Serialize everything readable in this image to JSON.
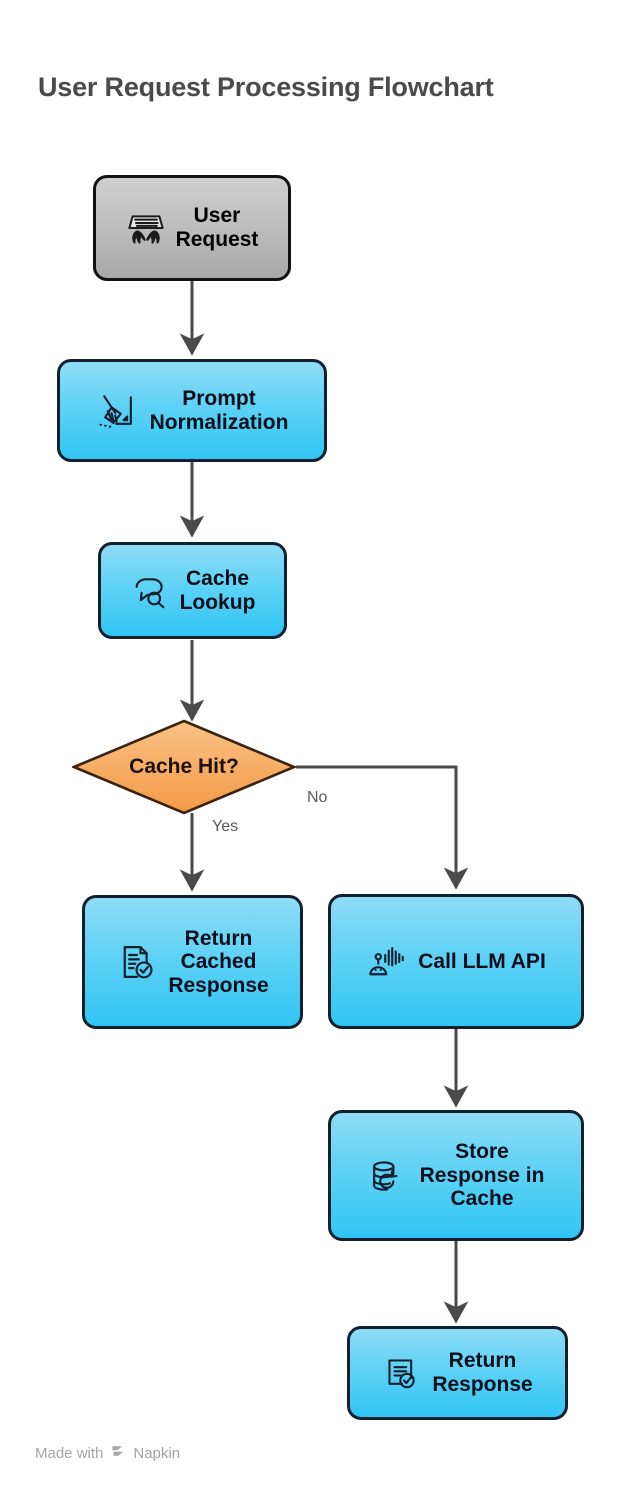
{
  "page": {
    "title": "User Request Processing Flowchart",
    "background_color": "#ffffff",
    "title_color": "#4a4a4a"
  },
  "colors": {
    "node_blue_top": "#8fdcf6",
    "node_blue_bottom": "#31c5f4",
    "node_gray_top": "#cfcfcf",
    "node_gray_bottom": "#a8a8a8",
    "decision_orange_top": "#f9bd7c",
    "decision_orange_bottom": "#f59a45",
    "decision_border": "#3a2512",
    "node_border": "#14202e",
    "connector": "#4a4a4a",
    "edge_label": "#5a5a5a"
  },
  "chart_data": {
    "type": "diagram",
    "title": "User Request Processing Flowchart",
    "nodes": [
      {
        "id": "user-request",
        "label": "User\nRequest",
        "shape": "rounded-rect",
        "fill": "gray",
        "icon": "user-keyboard-icon"
      },
      {
        "id": "prompt-normalization",
        "label": "Prompt\nNormalization",
        "shape": "rounded-rect",
        "fill": "blue",
        "icon": "broom-cleanup-icon"
      },
      {
        "id": "cache-lookup",
        "label": "Cache\nLookup",
        "shape": "rounded-rect",
        "fill": "blue",
        "icon": "chat-search-icon"
      },
      {
        "id": "cache-hit",
        "label": "Cache Hit?",
        "shape": "diamond",
        "fill": "orange",
        "icon": null
      },
      {
        "id": "return-cached",
        "label": "Return\nCached\nResponse",
        "shape": "rounded-rect",
        "fill": "blue",
        "icon": "document-check-icon"
      },
      {
        "id": "call-llm-api",
        "label": "Call LLM API",
        "shape": "rounded-rect",
        "fill": "blue",
        "icon": "robot-ai-icon"
      },
      {
        "id": "store-response",
        "label": "Store\nResponse in\nCache",
        "shape": "rounded-rect",
        "fill": "blue",
        "icon": "database-refresh-icon"
      },
      {
        "id": "return-response",
        "label": "Return\nResponse",
        "shape": "rounded-rect",
        "fill": "blue",
        "icon": "document-check-icon"
      }
    ],
    "edges": [
      {
        "from": "user-request",
        "to": "prompt-normalization",
        "label": ""
      },
      {
        "from": "prompt-normalization",
        "to": "cache-lookup",
        "label": ""
      },
      {
        "from": "cache-lookup",
        "to": "cache-hit",
        "label": ""
      },
      {
        "from": "cache-hit",
        "to": "return-cached",
        "label": "Yes"
      },
      {
        "from": "cache-hit",
        "to": "call-llm-api",
        "label": "No"
      },
      {
        "from": "call-llm-api",
        "to": "store-response",
        "label": ""
      },
      {
        "from": "store-response",
        "to": "return-response",
        "label": ""
      }
    ]
  },
  "nodes": {
    "user_request": {
      "label": "User\nRequest"
    },
    "prompt_normalization": {
      "label": "Prompt\nNormalization"
    },
    "cache_lookup": {
      "label": "Cache\nLookup"
    },
    "cache_hit": {
      "label": "Cache Hit?"
    },
    "return_cached": {
      "label": "Return\nCached\nResponse"
    },
    "call_llm_api": {
      "label": "Call LLM API"
    },
    "store_response": {
      "label": "Store\nResponse in\nCache"
    },
    "return_response": {
      "label": "Return\nResponse"
    }
  },
  "edge_labels": {
    "yes": "Yes",
    "no": "No"
  },
  "footer": {
    "made_with": "Made with",
    "brand": "Napkin"
  }
}
